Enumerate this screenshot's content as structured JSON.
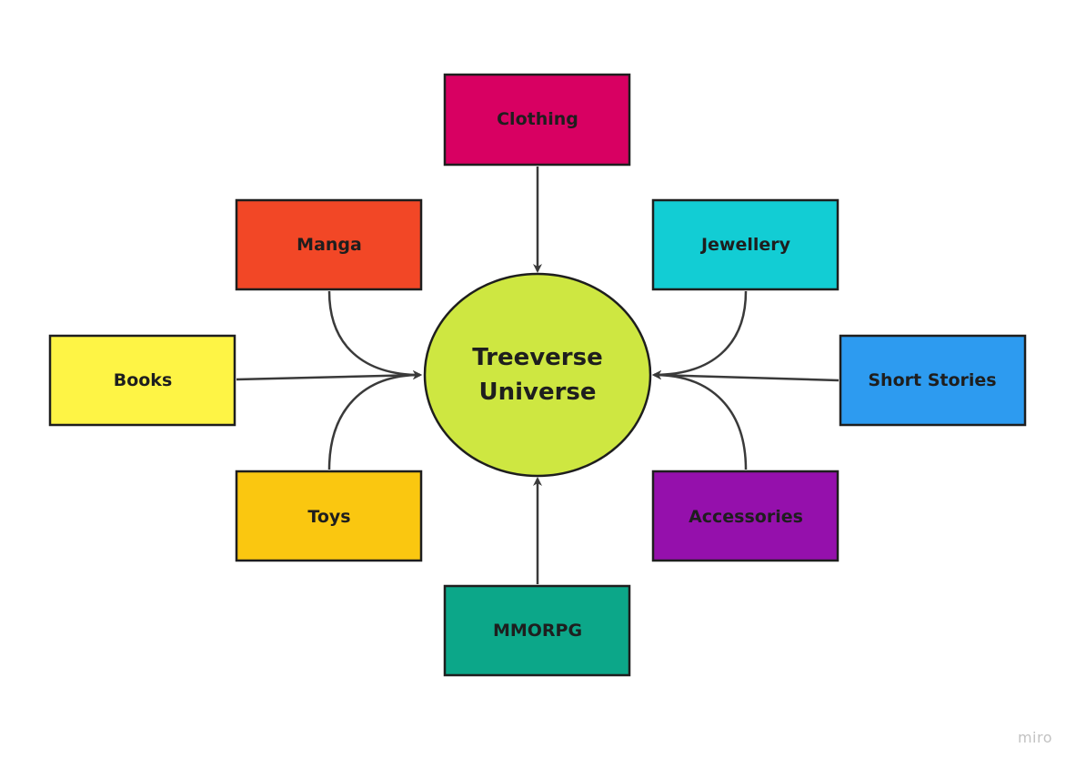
{
  "center": {
    "lines": [
      "Treeverse",
      "Universe"
    ],
    "color": "#cee741"
  },
  "nodes": [
    {
      "id": "clothing",
      "label": "Clothing",
      "color": "#d80062"
    },
    {
      "id": "manga",
      "label": "Manga",
      "color": "#f24726"
    },
    {
      "id": "jewellery",
      "label": "Jewellery",
      "color": "#12cdd4"
    },
    {
      "id": "books",
      "label": "Books",
      "color": "#fef445"
    },
    {
      "id": "short-stories",
      "label": "Short Stories",
      "color": "#2d9bf0"
    },
    {
      "id": "toys",
      "label": "Toys",
      "color": "#fac710"
    },
    {
      "id": "accessories",
      "label": "Accessories",
      "color": "#9510ac"
    },
    {
      "id": "mmorpg",
      "label": "MMORPG",
      "color": "#0ca789"
    }
  ],
  "watermark": "miro"
}
